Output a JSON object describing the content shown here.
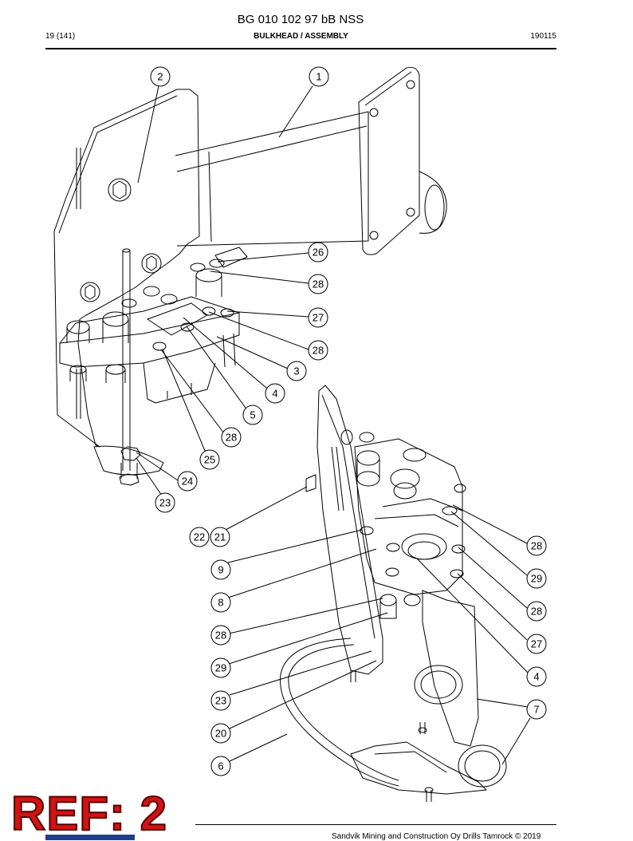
{
  "header": {
    "doc_title": "BG 010 102 97 bB NSS",
    "page": "19 (141)",
    "section": "BULKHEAD / ASSEMBLY",
    "code": "190115"
  },
  "ref_stamp": "REF: 2",
  "footer": {
    "copyright": "Sandvik Mining and Construction Oy Drills Tamrock © 2019"
  },
  "callouts": [
    {
      "label": "2"
    },
    {
      "label": "1"
    },
    {
      "label": "26"
    },
    {
      "label": "28"
    },
    {
      "label": "27"
    },
    {
      "label": "28"
    },
    {
      "label": "3"
    },
    {
      "label": "4"
    },
    {
      "label": "5"
    },
    {
      "label": "28"
    },
    {
      "label": "25"
    },
    {
      "label": "24"
    },
    {
      "label": "23"
    },
    {
      "label": "22"
    },
    {
      "label": "21"
    },
    {
      "label": "9"
    },
    {
      "label": "8"
    },
    {
      "label": "28"
    },
    {
      "label": "29"
    },
    {
      "label": "23"
    },
    {
      "label": "20"
    },
    {
      "label": "6"
    },
    {
      "label": "28"
    },
    {
      "label": "29"
    },
    {
      "label": "28"
    },
    {
      "label": "27"
    },
    {
      "label": "4"
    },
    {
      "label": "7"
    }
  ]
}
